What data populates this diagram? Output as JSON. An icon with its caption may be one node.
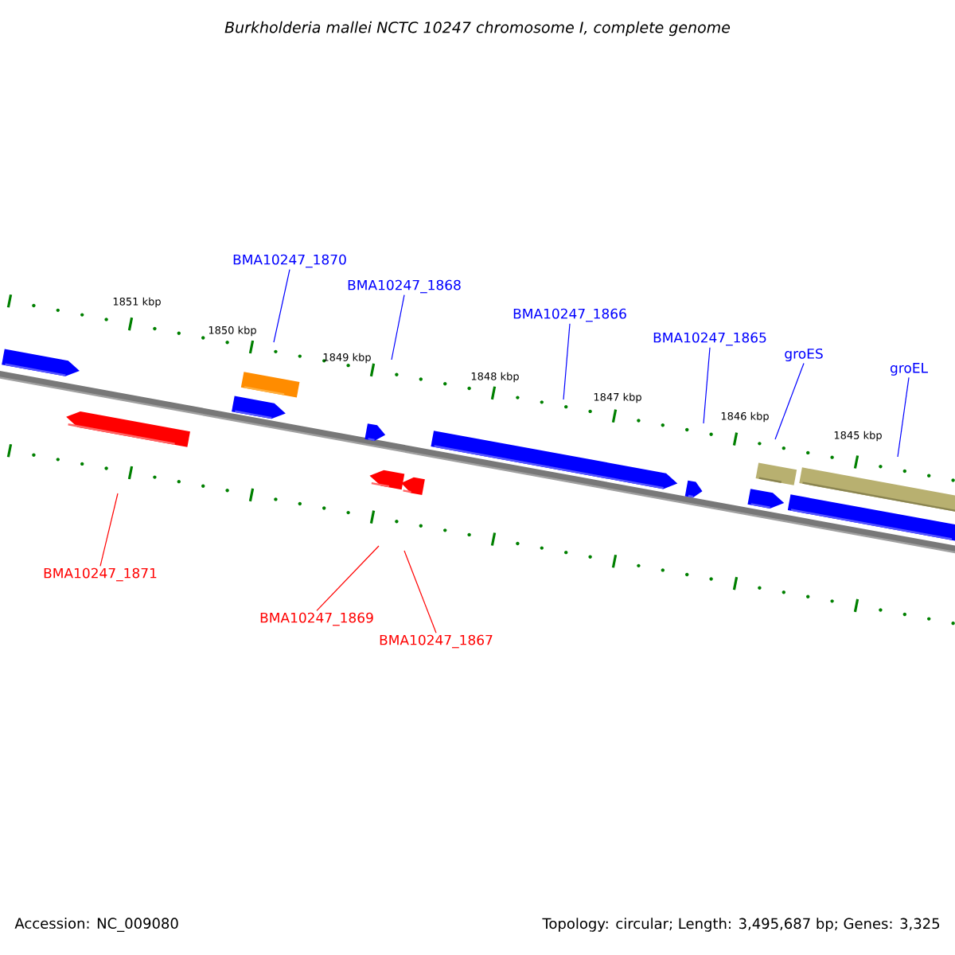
{
  "diagram": {
    "title": "Burkholderia mallei NCTC 10247 chromosome I, complete genome",
    "nodes": [
      {
        "text": [
          "BMA10247_1870"
        ]
      },
      {
        "text": [
          "BMA10247_1868"
        ]
      },
      {
        "text": [
          "BMA10247_1866"
        ]
      },
      {
        "text": [
          "BMA10247_1865"
        ]
      },
      {
        "text": [
          "groES"
        ]
      },
      {
        "text": [
          "groEL"
        ]
      },
      {
        "text": [
          "BMA10247_1871"
        ]
      },
      {
        "text": [
          "BMA10247_1869"
        ]
      },
      {
        "text": [
          "BMA10247_1867"
        ]
      }
    ],
    "edges": [
      {
        "from": 0,
        "to": null,
        "arrow": "none"
      },
      {
        "from": 1,
        "to": null,
        "arrow": "none"
      },
      {
        "from": 2,
        "to": null,
        "arrow": "none"
      },
      {
        "from": 3,
        "to": null,
        "arrow": "none"
      },
      {
        "from": 4,
        "to": null,
        "arrow": "none"
      },
      {
        "from": 5,
        "to": null,
        "arrow": "none"
      },
      {
        "from": 6,
        "to": null,
        "arrow": "none",
        "color": "#ff0000"
      },
      {
        "from": 7,
        "to": null,
        "arrow": "none",
        "color": "#ff0000"
      },
      {
        "from": 8,
        "to": null,
        "arrow": "none",
        "color": "#ff0000"
      }
    ],
    "labels": [
      "1851 kbp",
      "1850 kbp",
      "1849 kbp",
      "1848 kbp",
      "1847 kbp",
      "1846 kbp",
      "1845 kbp",
      "Accession: NC_009080",
      "Topology: circular; Length: 3,495,687 bp; Genes: 3,325"
    ]
  }
}
